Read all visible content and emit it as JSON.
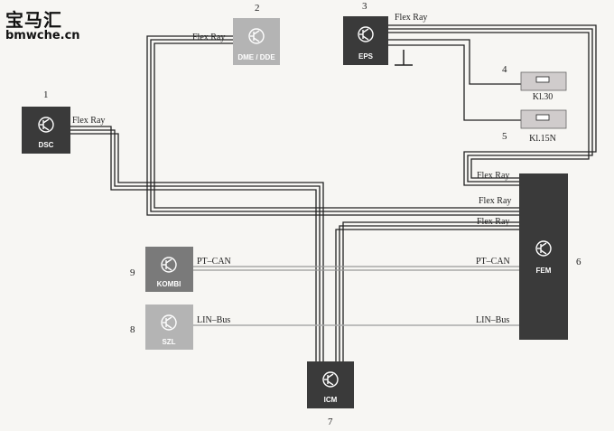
{
  "watermark": {
    "brand": "宝马汇",
    "site": "bmwche.cn"
  },
  "modules": {
    "dsc": {
      "name": "DSC",
      "number": "1"
    },
    "dme": {
      "name": "DME / DDE",
      "number": "2"
    },
    "eps": {
      "name": "EPS",
      "number": "3"
    },
    "kl30": {
      "name": "Kl.30",
      "number": "4"
    },
    "kl15": {
      "name": "Kl.15N",
      "number": "5"
    },
    "fem": {
      "name": "FEM",
      "number": "6"
    },
    "icm": {
      "name": "ICM",
      "number": "7"
    },
    "szl": {
      "name": "SZL",
      "number": "8"
    },
    "kombi": {
      "name": "KOMBI",
      "number": "9"
    }
  },
  "bus_labels": {
    "flex_dme": "Flex Ray",
    "flex_eps": "Flex Ray",
    "flex_dsc": "Flex Ray",
    "flex_fem1": "Flex Ray",
    "flex_fem2": "Flex Ray",
    "flex_fem3": "Flex Ray",
    "ptcan_kombi": "PT–CAN",
    "ptcan_fem": "PT–CAN",
    "lin_szl": "LIN–Bus",
    "lin_fem": "LIN–Bus"
  },
  "colors": {
    "dark_module": "#3a3a3a",
    "light_module": "#b4b4b4",
    "kombi_module": "#7a7a7a",
    "fuse": "#d0cccc"
  }
}
